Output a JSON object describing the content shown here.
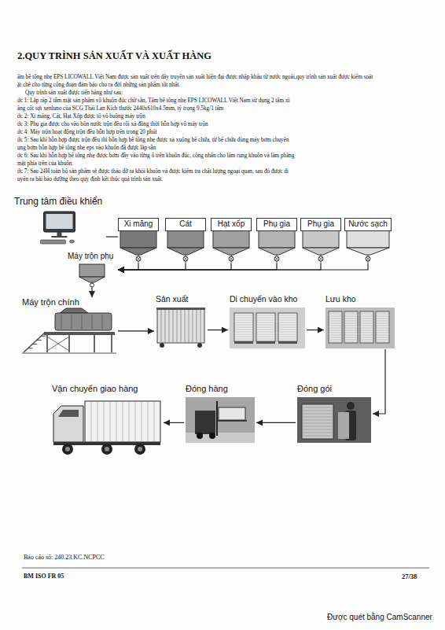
{
  "diagram": {
    "title": "2.QUY TRÌNH SẢN XUẤT VÀ XUẤT HÀNG",
    "nodes": [
      {
        "text": [
          "Trung tâm điều khiển"
        ]
      },
      {
        "text": [
          "Xi măng"
        ]
      },
      {
        "text": [
          "Cát"
        ]
      },
      {
        "text": [
          "Hạt xốp"
        ]
      },
      {
        "text": [
          "Phụ gia"
        ]
      },
      {
        "text": [
          "Phụ gia"
        ]
      },
      {
        "text": [
          "Nước sạch"
        ]
      },
      {
        "text": [
          "Máy trộn phụ"
        ]
      },
      {
        "text": [
          "Máy trộn chính"
        ]
      },
      {
        "text": [
          "Sản xuất"
        ]
      },
      {
        "text": [
          "Di chuyển vào kho"
        ]
      },
      {
        "text": [
          "Lưu kho"
        ]
      },
      {
        "text": [
          "Đóng gói"
        ]
      },
      {
        "text": [
          "Đóng hàng"
        ]
      },
      {
        "text": [
          "Vận chuyển giao hàng"
        ]
      }
    ],
    "edges": [
      {
        "from": 0,
        "to": 1,
        "arrow": "none"
      },
      {
        "from": 1,
        "to": 7,
        "arrow": "to"
      },
      {
        "from": 2,
        "to": 7,
        "arrow": "to"
      },
      {
        "from": 3,
        "to": 7,
        "arrow": "to"
      },
      {
        "from": 4,
        "to": 7,
        "arrow": "to"
      },
      {
        "from": 5,
        "to": 7,
        "arrow": "to"
      },
      {
        "from": 6,
        "to": 7,
        "arrow": "to"
      },
      {
        "from": 7,
        "to": 8,
        "arrow": "to"
      },
      {
        "from": 8,
        "to": 9,
        "arrow": "to"
      },
      {
        "from": 9,
        "to": 10,
        "arrow": "to"
      },
      {
        "from": 10,
        "to": 11,
        "arrow": "to"
      },
      {
        "from": 11,
        "to": 12,
        "arrow": "to"
      },
      {
        "from": 12,
        "to": 13,
        "arrow": "to"
      },
      {
        "from": 13,
        "to": 14,
        "arrow": "to"
      }
    ],
    "labels": [
      "ấm bê tông nhẹ EPS LICOWALL Việt Nam được sản xuất trên dây truyền sản xuất hiện đại được nhập khẩu từ nước ngoài,quy trình sản xuất được kiểm soát",
      "ặt chẽ cho từng công đoạn đảm bảo cho ra đời những sản phẩm tốt nhất.",
      "Quy trình sản xuất được tiến hàng như sau:",
      "ớc 1: Lắp ráp 2 tấm mặt sản phẩm vô khuôn đúc chờ sẵn, Tấm bê tông nhẹ EPS LICOWALL Việt Nam sử dụng 2 tấm xi",
      "ăng cốt sợi xenluno của SCG Thái Lan Kích thước 2440x610x4.5mm, tỷ trọng 9.5kg/1 tấm",
      "ớc 2: Xi măng, Cát, Hạt Xốp được tô vô buồng máy trộn",
      "ớc 3: Phụ gia được cho vào bồn nước trộn đều rồi xả đồng thời hỗn hợp vô máy trộn",
      "ớc 4: Máy trộn hoạt động trộn đều hỗn hợp trên trong 20 phút",
      "ớc 5: Sau khi hỗn hợp được trộn đều thì hỗn hợp bê tông nhẹ được xả xuống bể chứa, từ bể chứa dùng máy bơm chuyên",
      "ụng bơm hỗn hợp bê tông nhẹ eps vào khuôn đã được lắp sẵn",
      "ớc 6: Sau khi hỗn hợp bê tông nhẹ được bơm đầy vào từng ô trên khuôn đúc, công nhân cho lăm rung khuôn và làm phẳng",
      "mặt phía trên của khuôn.",
      "ớc 7: Sau 24H toàn bộ sản phẩm sẽ được tháo dỡ ra khỏi khuôn và được kiểm tra chất lượng ngoại quan, sau đó được di",
      "uyển ra bãi bảo dưỡng theo quy định kết thúc quá trình sản xuất.",
      "Báo cáo số: 240.23.KC.NCPCC",
      "BM ISO FR 05",
      "27/38",
      "Được quét bằng CamScanner"
    ]
  }
}
